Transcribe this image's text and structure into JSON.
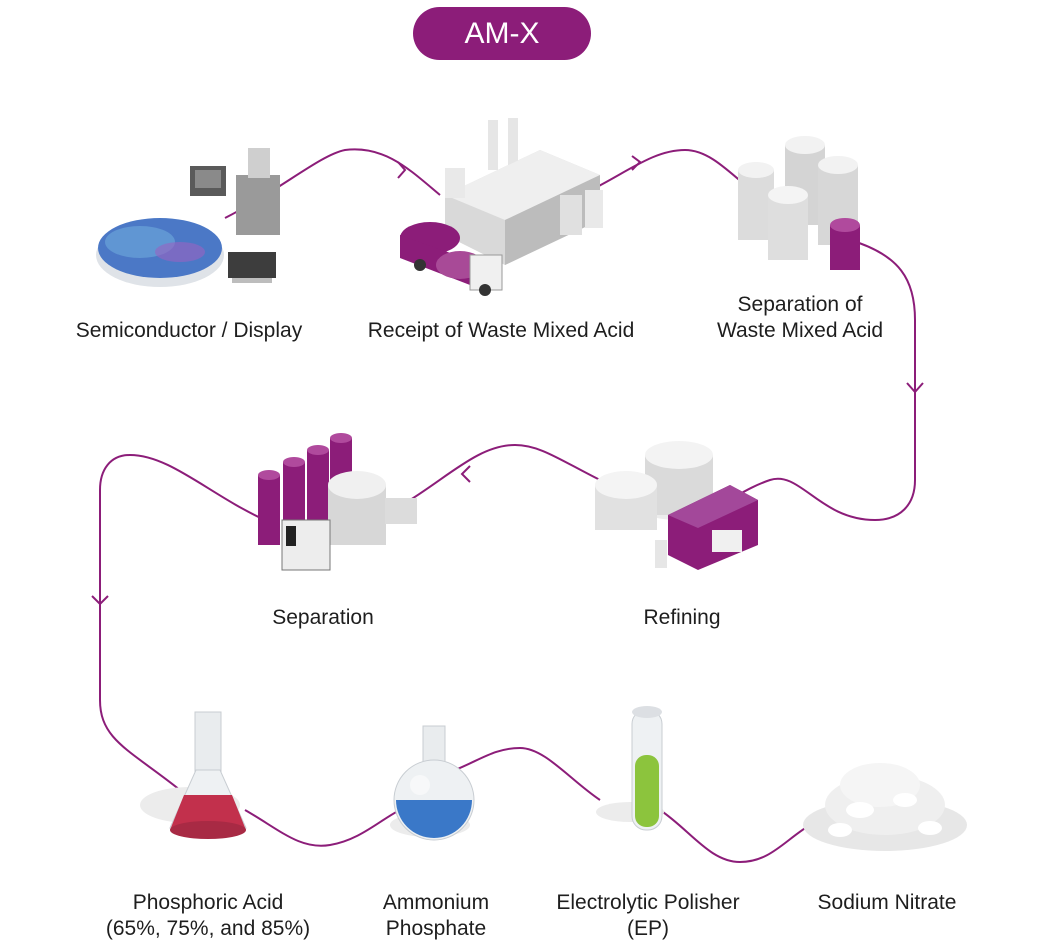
{
  "title": "AM-X",
  "colors": {
    "accent": "#8c1d79",
    "line": "#8c1d79"
  },
  "steps": [
    {
      "id": "semiconductor",
      "label": "Semiconductor / Display",
      "icon": "wafer-chip-icon"
    },
    {
      "id": "receipt",
      "label": "Receipt of Waste Mixed Acid",
      "icon": "factory-truck-icon"
    },
    {
      "id": "separation-waste",
      "label_lines": [
        "Separation of",
        "Waste Mixed Acid"
      ],
      "icon": "tanks-icon"
    },
    {
      "id": "refining",
      "label": "Refining",
      "icon": "refinery-icon"
    },
    {
      "id": "separation",
      "label": "Separation",
      "icon": "separator-plant-icon"
    }
  ],
  "products": [
    {
      "id": "phosphoric-acid",
      "label_lines": [
        "Phosphoric Acid",
        "(65%, 75%, and 85%)"
      ],
      "icon": "erlenmeyer-flask-icon"
    },
    {
      "id": "ammonium-phosphate",
      "label_lines": [
        "Ammonium",
        "Phosphate"
      ],
      "icon": "round-flask-icon"
    },
    {
      "id": "electrolytic-polisher",
      "label_lines": [
        "Electrolytic Polisher",
        "(EP)"
      ],
      "icon": "test-tube-icon"
    },
    {
      "id": "sodium-nitrate",
      "label": "Sodium Nitrate",
      "icon": "crystal-pile-icon"
    }
  ]
}
